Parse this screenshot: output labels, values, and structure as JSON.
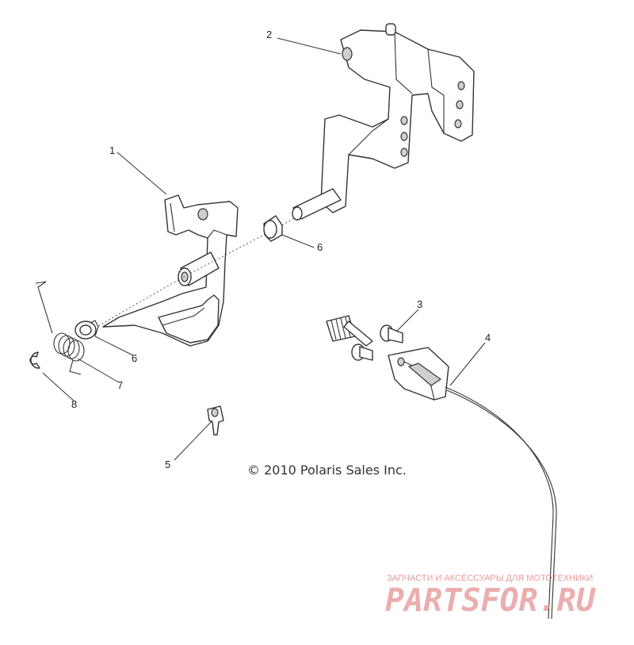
{
  "callouts": [
    "1",
    "2",
    "3",
    "4",
    "5",
    "6",
    "6",
    "7",
    "8"
  ],
  "copyright": "© 2010 Polaris Sales Inc.",
  "watermark": {
    "caption": "ЗАПЧАСТИ И АКСЕССУАРЫ ДЛЯ МОТОТЕХНИКИ",
    "logo_text": "PARTSFOR.RU",
    "color": "#e8a0a0"
  }
}
